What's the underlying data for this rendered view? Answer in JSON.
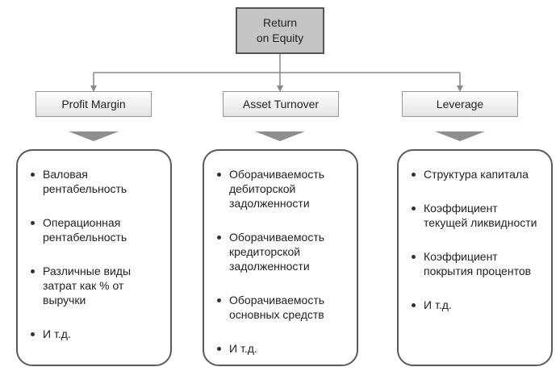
{
  "root": {
    "line1": "Return",
    "line2": "on Equity"
  },
  "categories": [
    {
      "label": "Profit Margin"
    },
    {
      "label": "Asset Turnover"
    },
    {
      "label": "Leverage"
    }
  ],
  "panels": [
    {
      "items": [
        [
          "Валовая",
          "рентабельность"
        ],
        [
          "Операционная",
          "рентабельность"
        ],
        [
          "Различные виды",
          "затрат как % от",
          "выручки"
        ],
        [
          "И т.д."
        ]
      ]
    },
    {
      "items": [
        [
          "Оборачиваемость",
          "дебиторской",
          "задолженности"
        ],
        [
          "Оборачиваемость",
          "кредиторской",
          "задолженности"
        ],
        [
          "Оборачиваемость",
          "основных средств"
        ],
        [
          "И т.д."
        ]
      ]
    },
    {
      "items": [
        [
          "Структура капитала"
        ],
        [
          "Коэффициент",
          "текущей ликвидности"
        ],
        [
          "Коэффициент",
          "покрытия процентов"
        ],
        [
          "И т.д."
        ]
      ]
    }
  ],
  "colors": {
    "connector": "#888888",
    "root_fill": "#c5c5c5",
    "panel_border": "#5a5a5a"
  }
}
